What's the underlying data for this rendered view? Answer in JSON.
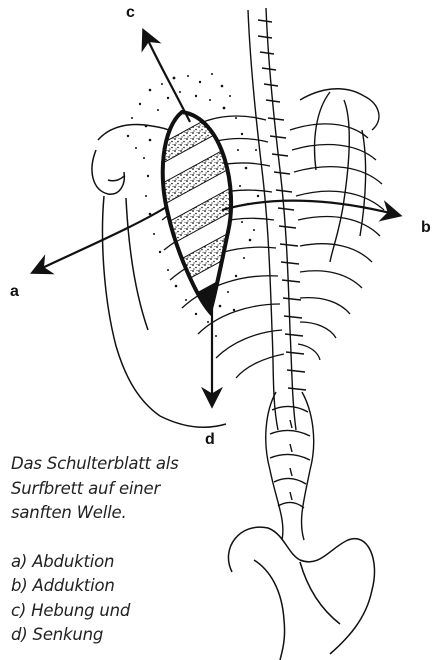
{
  "arrows": {
    "a": "a",
    "b": "b",
    "c": "c",
    "d": "d"
  },
  "caption": {
    "line1": "Das Schulterblatt als",
    "line2": "Surfbrett auf einer",
    "line3": "sanften Welle.",
    "items": [
      "a) Abduktion",
      "b) Adduktion",
      "c) Hebung und",
      "d) Senkung"
    ]
  },
  "colors": {
    "ink": "#111111",
    "background": "#ffffff"
  }
}
